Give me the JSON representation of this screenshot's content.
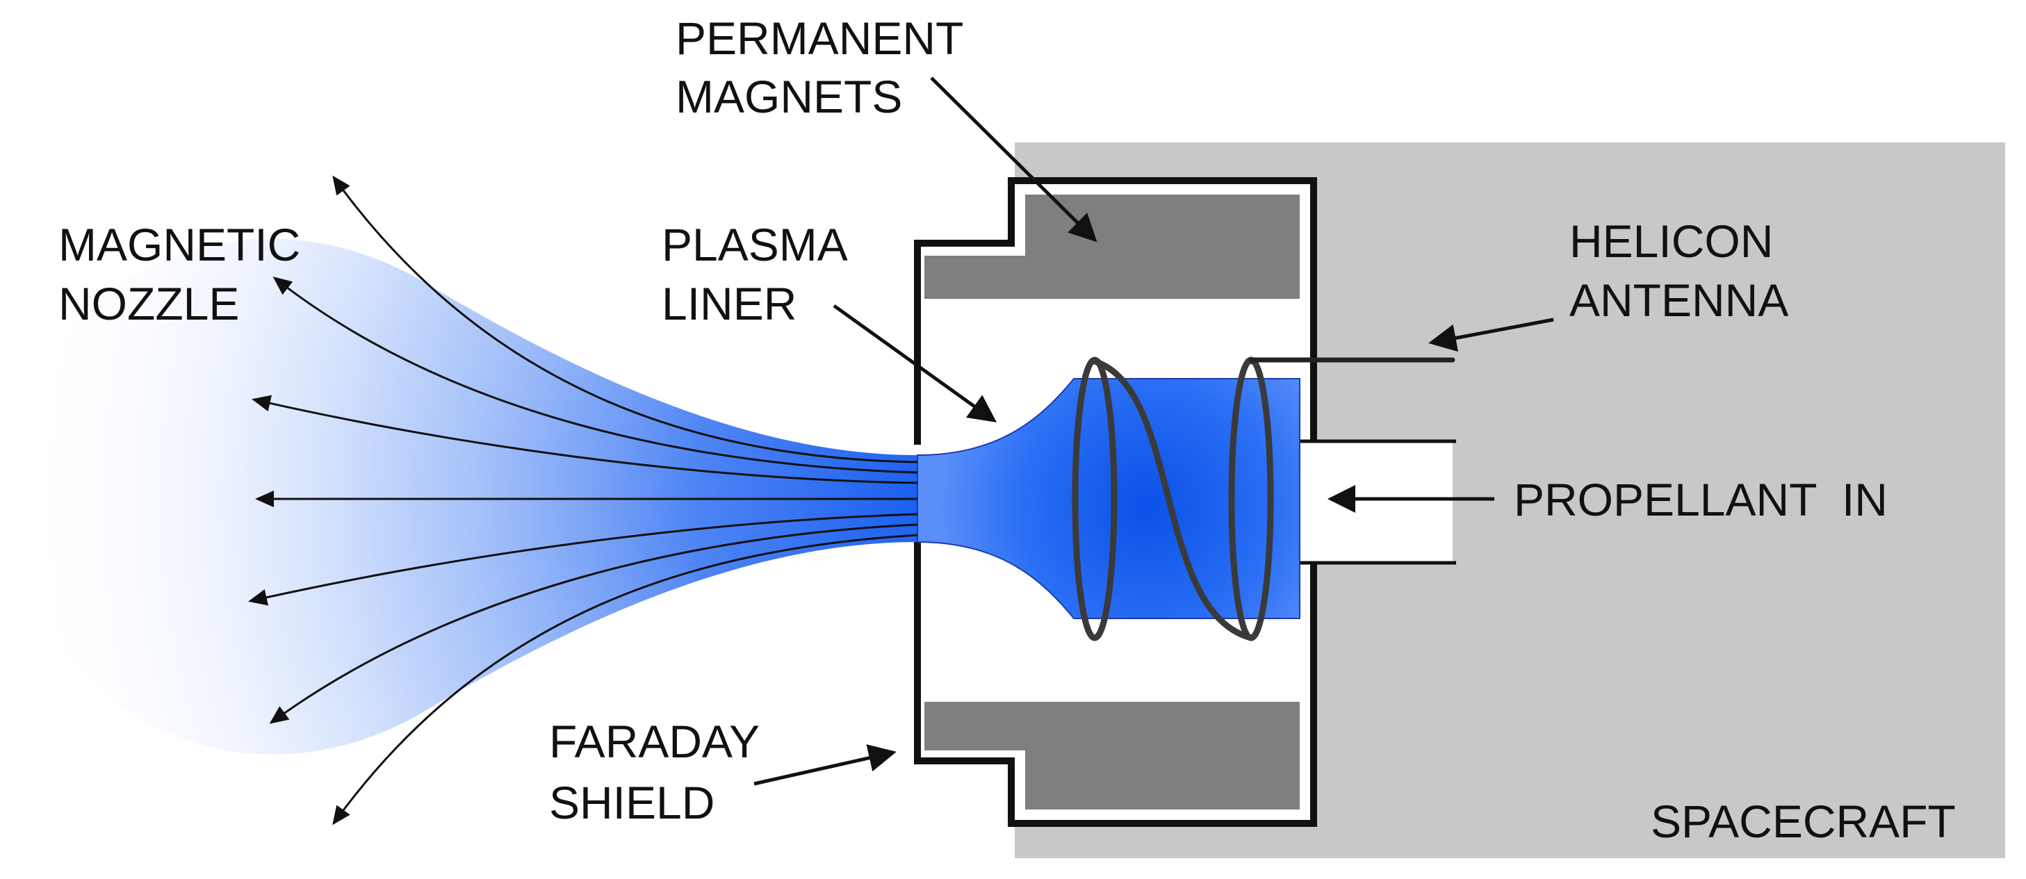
{
  "diagram": {
    "labels": {
      "permanent_magnets": [
        "PERMANENT",
        "MAGNETS"
      ],
      "magnetic_nozzle": [
        "MAGNETIC",
        "NOZZLE"
      ],
      "plasma_liner": [
        "PLASMA",
        "LINER"
      ],
      "helicon_antenna": [
        "HELICON",
        "ANTENNA"
      ],
      "propellant_in": "PROPELLANT  IN",
      "faraday_shield": [
        "FARADAY",
        "SHIELD"
      ],
      "spacecraft": "SPACECRAFT"
    },
    "colors": {
      "spacecraft_body": "#c8c8c8",
      "magnet": "#7f7f7f",
      "plasma": "#1a5ff0",
      "plasma_glow": "#2f7bff",
      "outline": "#111111",
      "antenna": "#3a3a3a",
      "field_lines": "#111111"
    }
  }
}
